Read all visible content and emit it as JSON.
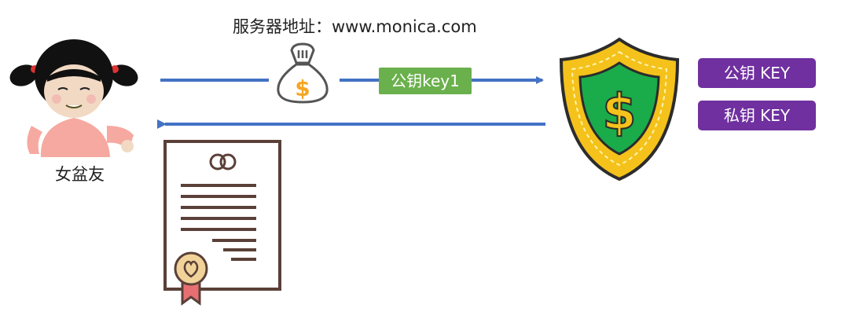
{
  "server_address": "服务器地址：www.monica.com",
  "girlfriend_label": "女盆友",
  "transfer_tag": "公钥key1",
  "keys": {
    "public": "公钥 KEY",
    "private": "私钥 KEY"
  },
  "colors": {
    "arrow": "#4472c4",
    "tag_green": "#6ab04c",
    "key_purple": "#7030a0",
    "shield_gold": "#f4c21b",
    "shield_green": "#1aab4b",
    "certificate_brown": "#5a4038",
    "ribbon_pink": "#e76f72"
  },
  "icons": [
    "girl-avatar-icon",
    "money-bag-icon",
    "shield-dollar-icon",
    "certificate-icon"
  ]
}
